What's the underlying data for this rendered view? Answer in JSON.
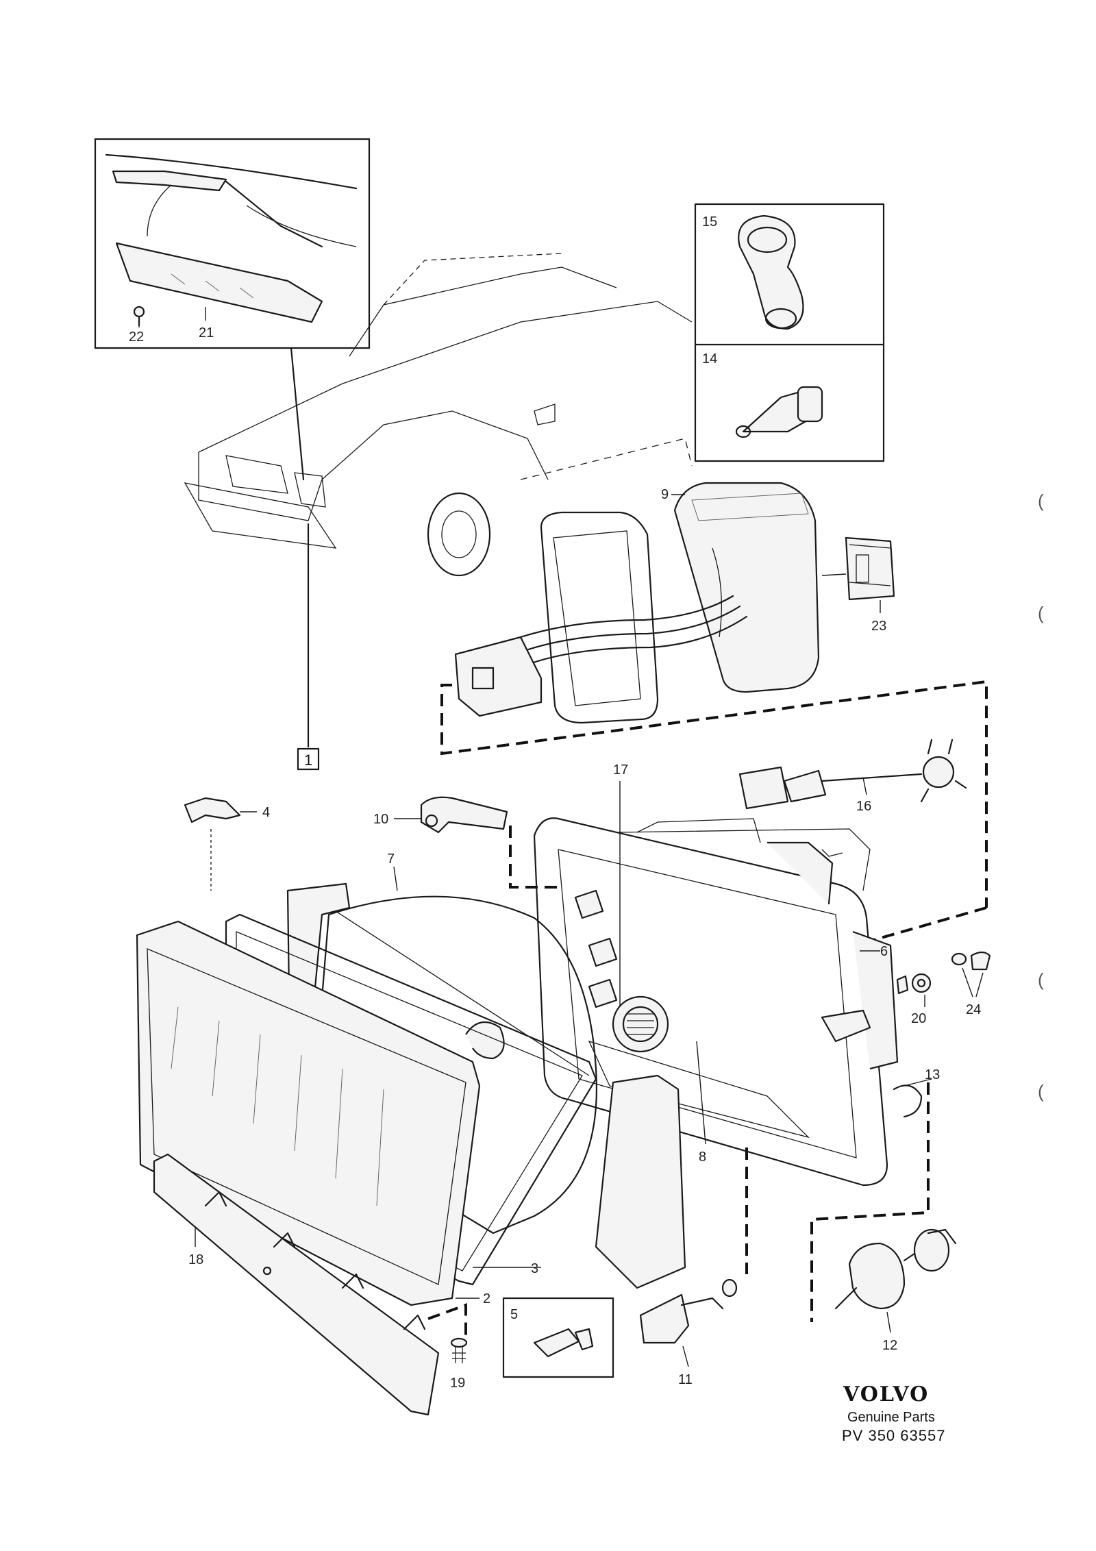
{
  "callouts": {
    "c1": "1",
    "c2": "2",
    "c3": "3",
    "c4": "4",
    "c5": "5",
    "c6": "6",
    "c7": "7",
    "c8": "8",
    "c9": "9",
    "c10": "10",
    "c11": "11",
    "c12": "12",
    "c13": "13",
    "c14": "14",
    "c15": "15",
    "c16": "16",
    "c17": "17",
    "c18": "18",
    "c19": "19",
    "c20": "20",
    "c21": "21",
    "c22": "22",
    "c23": "23",
    "c24": "24"
  },
  "footer": {
    "brand": "VOLVO",
    "tagline": "Genuine Parts",
    "code": "PV 350 63557"
  },
  "margin_marks": {
    "m1": "(",
    "m2": "(",
    "m3": "(",
    "m4": "("
  }
}
